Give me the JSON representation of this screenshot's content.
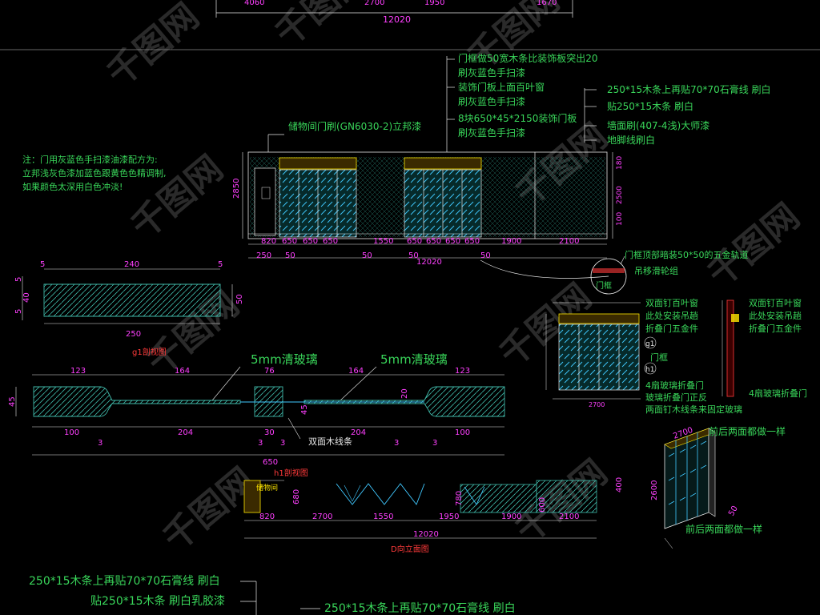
{
  "colors": {
    "green": "#39d65a",
    "magenta": "#ff40ff",
    "white": "#e8e8e8",
    "yellow": "#ffe600",
    "cyan": "#40c8ff",
    "red": "#ff3a3a",
    "hatch": "#3fb8a8",
    "gray": "#8a8a8a"
  },
  "top_dims": {
    "d1": "4060",
    "d2": "2700",
    "d3": "1950",
    "d4": "1670",
    "total": "12020"
  },
  "callouts_top": [
    "门框做50宽木条比装饰板突出20",
    "刷灰蓝色手扫漆",
    "装饰门板上面百叶窗",
    "刷灰蓝色手扫漆",
    "8块650*45*2150装饰门板",
    "刷灰蓝色手扫漆"
  ],
  "callouts_right": [
    "250*15木条上再贴70*70石膏线  刷白",
    "贴250*15木条  刷白",
    "墙面刷(407-4浅)大师漆",
    "地脚线刷白"
  ],
  "storage_label": "储物间门刷(GN6030-2)立邦漆",
  "note": [
    "注：门用灰蓝色手扫漆油漆配方为:",
    "立邦浅灰色漆加蓝色跟黄色色精调制,",
    "如果颜色太深用白色冲淡!"
  ],
  "elev": {
    "height": "2850",
    "upper": "180",
    "mid": "2500",
    "low": "100",
    "bottom_dims": [
      "820",
      "650",
      "650",
      "650",
      "1550",
      "650",
      "650",
      "650",
      "650",
      "1900",
      "2100"
    ],
    "sub_dims": [
      "250",
      "50",
      "50",
      "50",
      "50"
    ],
    "total": "12020"
  },
  "g1": {
    "top": "240",
    "left_a": "5",
    "right_a": "5",
    "left_b": "5",
    "left_c": "40",
    "right_b": "50",
    "bottom": "250",
    "title": "g1剖视图"
  },
  "h1": {
    "glass_label": "5mm清玻璃",
    "top_dims": [
      "123",
      "164",
      "76",
      "164",
      "123"
    ],
    "mid_dims": [
      "100",
      "204",
      "30",
      "204",
      "100"
    ],
    "small": [
      "3",
      "3",
      "3",
      "3",
      "3"
    ],
    "v45": "45",
    "v20": "20",
    "v45b": "45",
    "total": "650",
    "wood_label": "双面木线条",
    "title": "h1剖视图"
  },
  "detail_right": {
    "rail_label": "门框顶部暗装50*50的五金轨道",
    "pulley_label": "吊移滑轮组",
    "frame_label": "门框",
    "notes_a": [
      "双面钉百叶窗",
      "此处安装吊趟",
      "折叠门五金件"
    ],
    "notes_b": [
      "双面钉百叶窗",
      "此处安装吊趟",
      "折叠门五金件"
    ],
    "glass_notes": [
      "4扇玻璃折叠门",
      "玻璃折叠门正反",
      "两面钉木线条来固定玻璃"
    ],
    "glass_b": "4扇玻璃折叠门",
    "g1": "g1",
    "h1": "h1",
    "width": "2700"
  },
  "iso": {
    "width": "2700",
    "height": "2600",
    "depth": "50",
    "note_top": "前后两面都做一样",
    "note_bottom": "前后两面都做一样"
  },
  "d_view": {
    "title": "D向立面图",
    "dims": [
      "820",
      "2700",
      "1550",
      "1950",
      "1900",
      "2100"
    ],
    "side": [
      "680",
      "780",
      "600",
      "400"
    ],
    "total": "12020",
    "door_label": "储物间"
  },
  "bottom_lines": [
    "250*15木条上再贴70*70石膏线  刷白",
    "贴250*15木条  刷白乳胶漆",
    "250*15木条上再贴70*70石膏线  刷白"
  ],
  "watermark": "千图网"
}
